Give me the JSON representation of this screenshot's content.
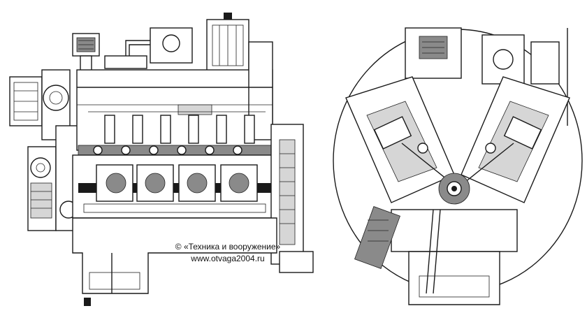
{
  "copyright": {
    "line1": "© «Техника и вооружение»",
    "line2": "www.otvaga2004.ru"
  },
  "views": [
    {
      "id": "side-cutaway"
    },
    {
      "id": "front-cross-section"
    }
  ]
}
